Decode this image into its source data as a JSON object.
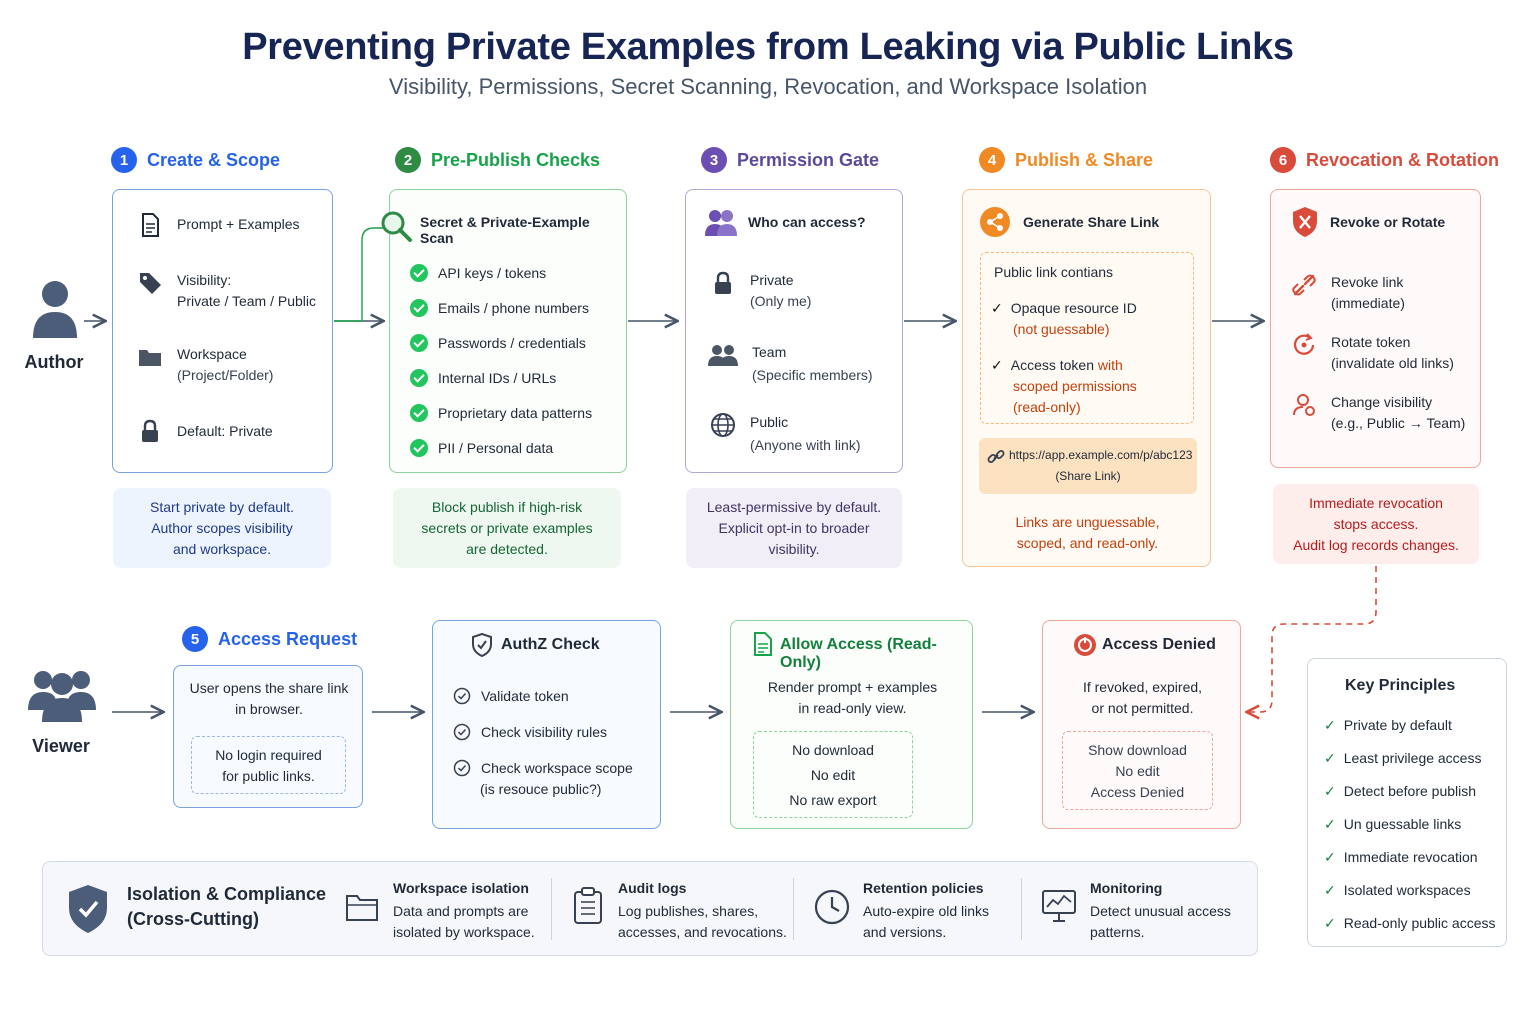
{
  "title": "Preventing Private Examples from Leaking via Public Links",
  "subtitle": "Visibility, Permissions, Secret Scanning, Revocation, and Workspace Isolation",
  "actors": {
    "author": "Author",
    "viewer": "Viewer"
  },
  "colors": {
    "blue": "#2563eb",
    "green": "#16a34a",
    "purple": "#6d4fb3",
    "orange": "#f08a24",
    "red": "#d94b3b"
  },
  "steps": {
    "s1": {
      "num": "1",
      "title": "Create & Scope",
      "items": [
        {
          "icon": "document-icon",
          "line1": "Prompt + Examples",
          "line2": ""
        },
        {
          "icon": "tag-icon",
          "line1": "Visibility:",
          "line2": "Private / Team / Public"
        },
        {
          "icon": "folder-icon",
          "line1": "Workspace",
          "line2": "(Project/Folder)"
        },
        {
          "icon": "lock-icon",
          "line1": "Default: Private",
          "line2": ""
        }
      ],
      "note": [
        "Start private by default.",
        "Author scopes visibility",
        "and workspace."
      ]
    },
    "s2": {
      "num": "2",
      "title": "Pre-Publish Checks",
      "header": "Secret & Private-Example Scan",
      "checks": [
        "API keys / tokens",
        "Emails / phone numbers",
        "Passwords / credentials",
        "Internal IDs / URLs",
        "Proprietary data patterns",
        "PII / Personal data"
      ],
      "note": [
        "Block publish if high-risk",
        "secrets or private examples",
        "are detected."
      ]
    },
    "s3": {
      "num": "3",
      "title": "Permission Gate",
      "header": "Who can access?",
      "items": [
        {
          "line1": "Private",
          "line2": "(Only me)"
        },
        {
          "line1": "Team",
          "line2": "(Specific members)"
        },
        {
          "line1": "Public",
          "line2": "(Anyone with link)"
        }
      ],
      "note": [
        "Least-permissive by default.",
        "Explicit opt-in to broader",
        "visibility."
      ]
    },
    "s4": {
      "num": "4",
      "title": "Publish & Share",
      "header": "Generate Share Link",
      "box_title": "Public link contians",
      "item1": {
        "a": "Opaque resource ID",
        "b": "(not guessable)"
      },
      "item2": {
        "a": "Access token",
        "a2": " with",
        "b": "scoped permissions",
        "c": "(read-only)"
      },
      "link": "https://app.example.com/p/abc123",
      "link_sub": "(Share Link)",
      "note": [
        "Links are unguessable,",
        "scoped, and read-only."
      ]
    },
    "s6": {
      "num": "6",
      "title": "Revocation & Rotation",
      "header": "Revoke or Rotate",
      "items": [
        {
          "line1": "Revoke link",
          "line2": "(immediate)"
        },
        {
          "line1": "Rotate token",
          "line2": "(invalidate old links)"
        },
        {
          "line1": "Change visibility",
          "line2": "(e.g., Public → Team)"
        }
      ],
      "note": [
        "Immediate revocation",
        "stops access.",
        "Audit log records changes."
      ]
    },
    "s5": {
      "num": "5",
      "title": "Access Request",
      "line1": "User opens the share link",
      "line2": "in browser.",
      "dash1": "No login required",
      "dash2": "for public links."
    }
  },
  "authz": {
    "title": "AuthZ Check",
    "items": [
      "Validate token",
      "Check visibility rules",
      "Check workspace scope"
    ],
    "sub": "(is resouce public?)"
  },
  "allow": {
    "title": "Allow Access (Read-Only)",
    "line1": "Render prompt + examples",
    "line2": "in read-only view.",
    "list": [
      "No download",
      "No edit",
      "No raw export"
    ]
  },
  "denied": {
    "title": "Access Denied",
    "line1": "If revoked, expired,",
    "line2": "or not permitted.",
    "list": [
      "Show download",
      "No edit",
      "Access Denied"
    ]
  },
  "principles": {
    "title": "Key Principles",
    "items": [
      "Private by default",
      "Least privilege access",
      "Detect before publish",
      "Un guessable links",
      "Immediate revocation",
      "Isolated workspaces",
      "Read-only public access"
    ]
  },
  "footer": {
    "title1": "Isolation & Compliance",
    "title2": "(Cross-Cutting)",
    "cols": [
      {
        "t": "Workspace isolation",
        "a": "Data and prompts are",
        "b": "isolated by workspace."
      },
      {
        "t": "Audit logs",
        "a": "Log publishes, shares,",
        "b": "accesses, and revocations."
      },
      {
        "t": "Retention policies",
        "a": "Auto-expire old links",
        "b": "and versions."
      },
      {
        "t": "Monitoring",
        "a": "Detect unusual access",
        "b": "patterns."
      }
    ]
  }
}
